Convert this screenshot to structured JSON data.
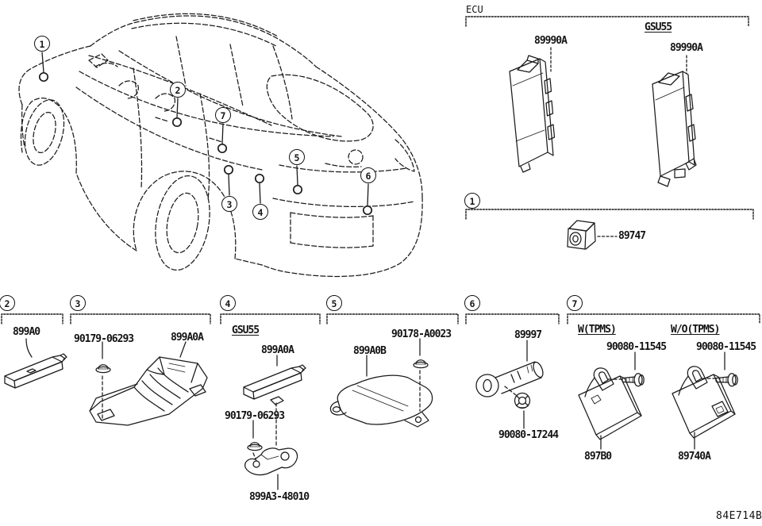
{
  "page": {
    "drawing_code": "84E714B"
  },
  "callouts": {
    "c1": "1",
    "c2": "2",
    "c3": "3",
    "c4": "4",
    "c5": "5",
    "c6": "6",
    "c7": "7"
  },
  "ecu": {
    "title": "ECU",
    "part_left": "89990A",
    "variant": "GSU55",
    "part_right": "89990A"
  },
  "group1": {
    "num": "1",
    "part": "89747"
  },
  "s2": {
    "num": "2",
    "part": "899A0"
  },
  "s3": {
    "num": "3",
    "nut": "90179-06293",
    "part": "899A0A"
  },
  "s4": {
    "num": "4",
    "variant": "GSU55",
    "part": "899A0A",
    "nut": "90179-06293",
    "bracket": "899A3-48010"
  },
  "s5": {
    "num": "5",
    "screw": "90178-A0023",
    "part": "899A0B"
  },
  "s6": {
    "num": "6",
    "part": "89997",
    "nut": "90080-17244"
  },
  "s7": {
    "num": "7",
    "with_label": "W(TPMS)",
    "with_bolt": "90080-11545",
    "with_part": "897B0",
    "without_label": "W/O(TPMS)",
    "without_bolt": "90080-11545",
    "without_part": "89740A"
  }
}
